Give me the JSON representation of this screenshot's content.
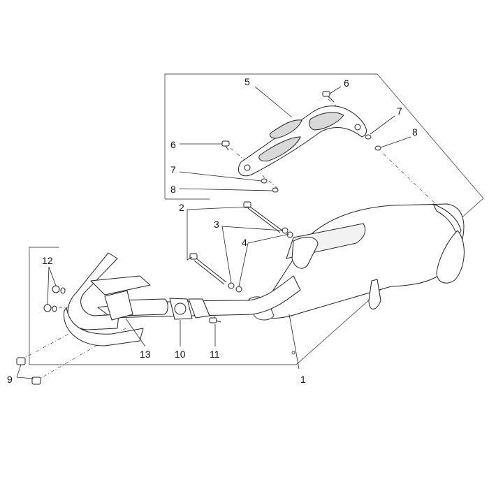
{
  "callouts": [
    {
      "id": "1",
      "label": "1"
    },
    {
      "id": "2",
      "label": "2"
    },
    {
      "id": "3",
      "label": "3"
    },
    {
      "id": "4",
      "label": "4"
    },
    {
      "id": "5",
      "label": "5"
    },
    {
      "id": "6a",
      "label": "6"
    },
    {
      "id": "6b",
      "label": "6"
    },
    {
      "id": "7a",
      "label": "7"
    },
    {
      "id": "7b",
      "label": "7"
    },
    {
      "id": "8a",
      "label": "8"
    },
    {
      "id": "8b",
      "label": "8"
    },
    {
      "id": "9",
      "label": "9"
    },
    {
      "id": "10",
      "label": "10"
    },
    {
      "id": "11",
      "label": "11"
    },
    {
      "id": "12",
      "label": "12"
    },
    {
      "id": "13",
      "label": "13"
    }
  ]
}
